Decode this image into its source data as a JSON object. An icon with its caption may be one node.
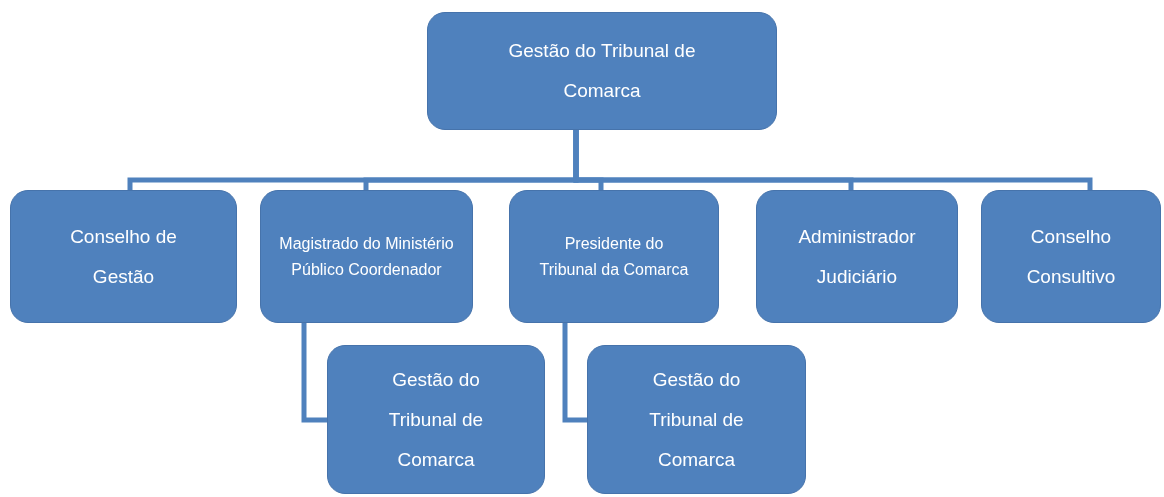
{
  "diagram": {
    "nodes": [
      {
        "text": [
          "Gestão do Tribunal de Comarca"
        ]
      },
      {
        "text": [
          "Conselho de Gestão"
        ]
      },
      {
        "text": [
          "Magistrado do Ministério Público Coordenador"
        ]
      },
      {
        "text": [
          "Presidente do Tribunal da Comarca"
        ]
      },
      {
        "text": [
          "Administrador Judiciário"
        ]
      },
      {
        "text": [
          "Conselho Consultivo"
        ]
      },
      {
        "text": [
          "Gestão do Tribunal de Comarca"
        ]
      },
      {
        "text": [
          "Gestão do Tribunal de Comarca"
        ]
      }
    ],
    "edges": [
      {
        "from": 0,
        "to": 1,
        "arrow": "none"
      },
      {
        "from": 0,
        "to": 2,
        "arrow": "none"
      },
      {
        "from": 0,
        "to": 3,
        "arrow": "none"
      },
      {
        "from": 0,
        "to": 4,
        "arrow": "none"
      },
      {
        "from": 0,
        "to": 5,
        "arrow": "none"
      },
      {
        "from": 2,
        "to": 6,
        "arrow": "none"
      },
      {
        "from": 3,
        "to": 7,
        "arrow": "none"
      }
    ]
  }
}
